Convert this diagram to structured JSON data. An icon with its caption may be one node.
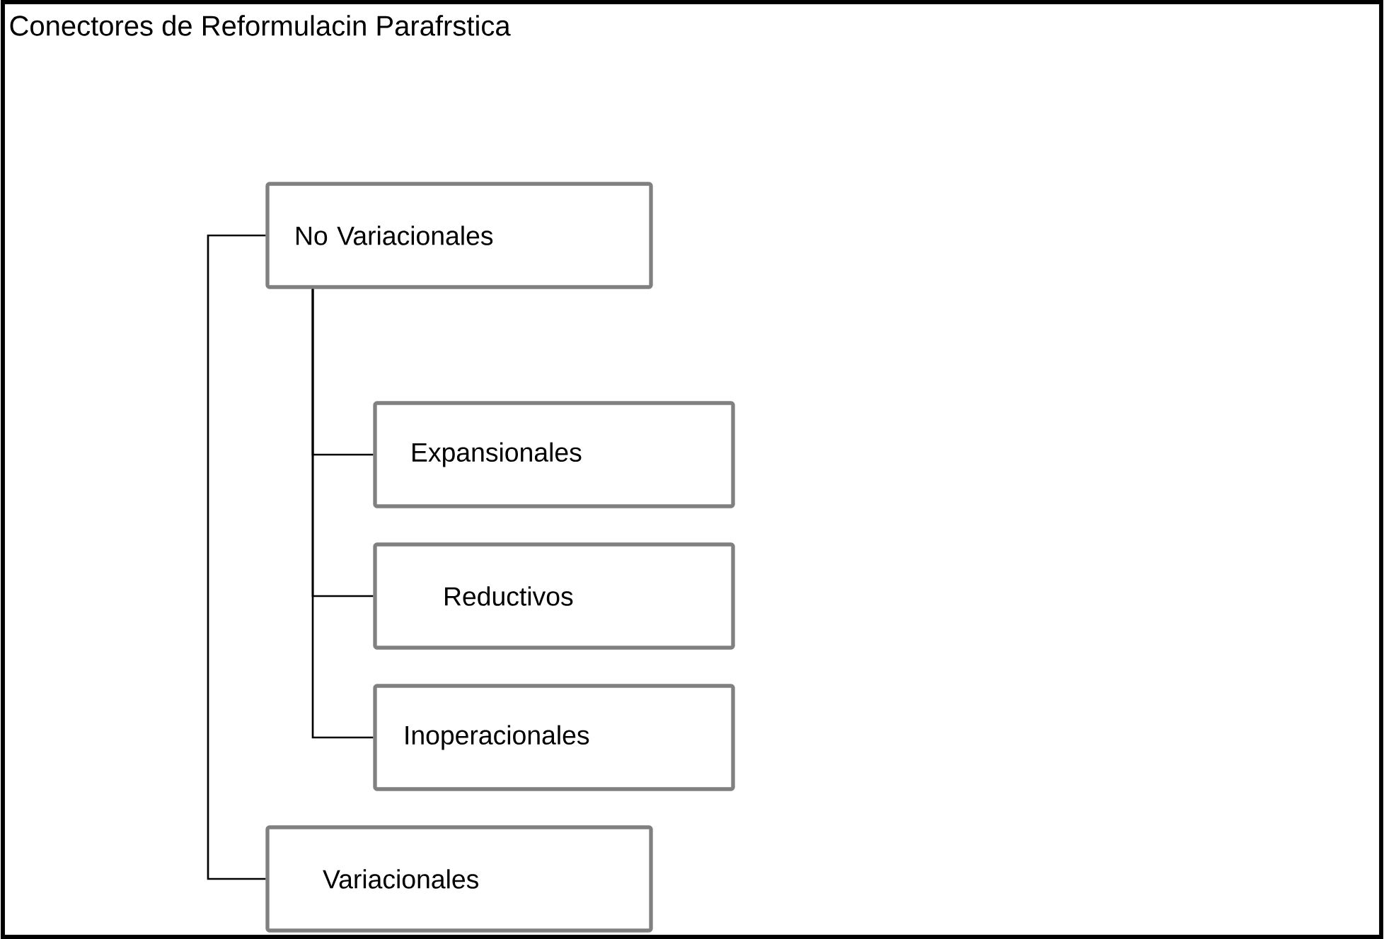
{
  "diagram": {
    "title": "Conectores de Reformulacin Parafrstica",
    "nodes": [
      {
        "text": [
          "No Variacionales"
        ]
      },
      {
        "text": [
          "Expansionales"
        ]
      },
      {
        "text": [
          "Reductivos"
        ]
      },
      {
        "text": [
          "Inoperacionales"
        ]
      },
      {
        "text": [
          "Variacionales"
        ]
      }
    ],
    "edges": [
      {
        "from": 0,
        "to": 1,
        "arrow": "none"
      },
      {
        "from": 0,
        "to": 2,
        "arrow": "none"
      },
      {
        "from": 0,
        "to": 3,
        "arrow": "none"
      },
      {
        "from": 0,
        "to": 4,
        "arrow": "none"
      }
    ]
  }
}
